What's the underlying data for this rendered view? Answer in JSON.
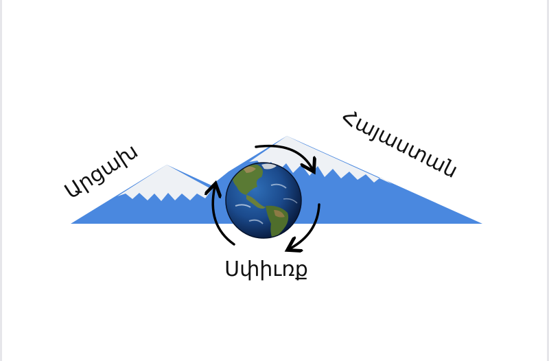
{
  "labels": {
    "left_peak": "Արցախ",
    "right_peak": "Հայաստան",
    "bottom": "Սփիւռք"
  },
  "colors": {
    "mountain_blue": "#4a88df",
    "snow": "#eef1f5",
    "arrow": "#000000",
    "ocean_dark": "#0e2a5a",
    "ocean_mid": "#1d4f93",
    "land_green": "#4f6e2c",
    "land_tan": "#8d7a45"
  },
  "icons": {
    "globe": "earth-globe-icon",
    "cycle": "circular-arrows-icon"
  }
}
